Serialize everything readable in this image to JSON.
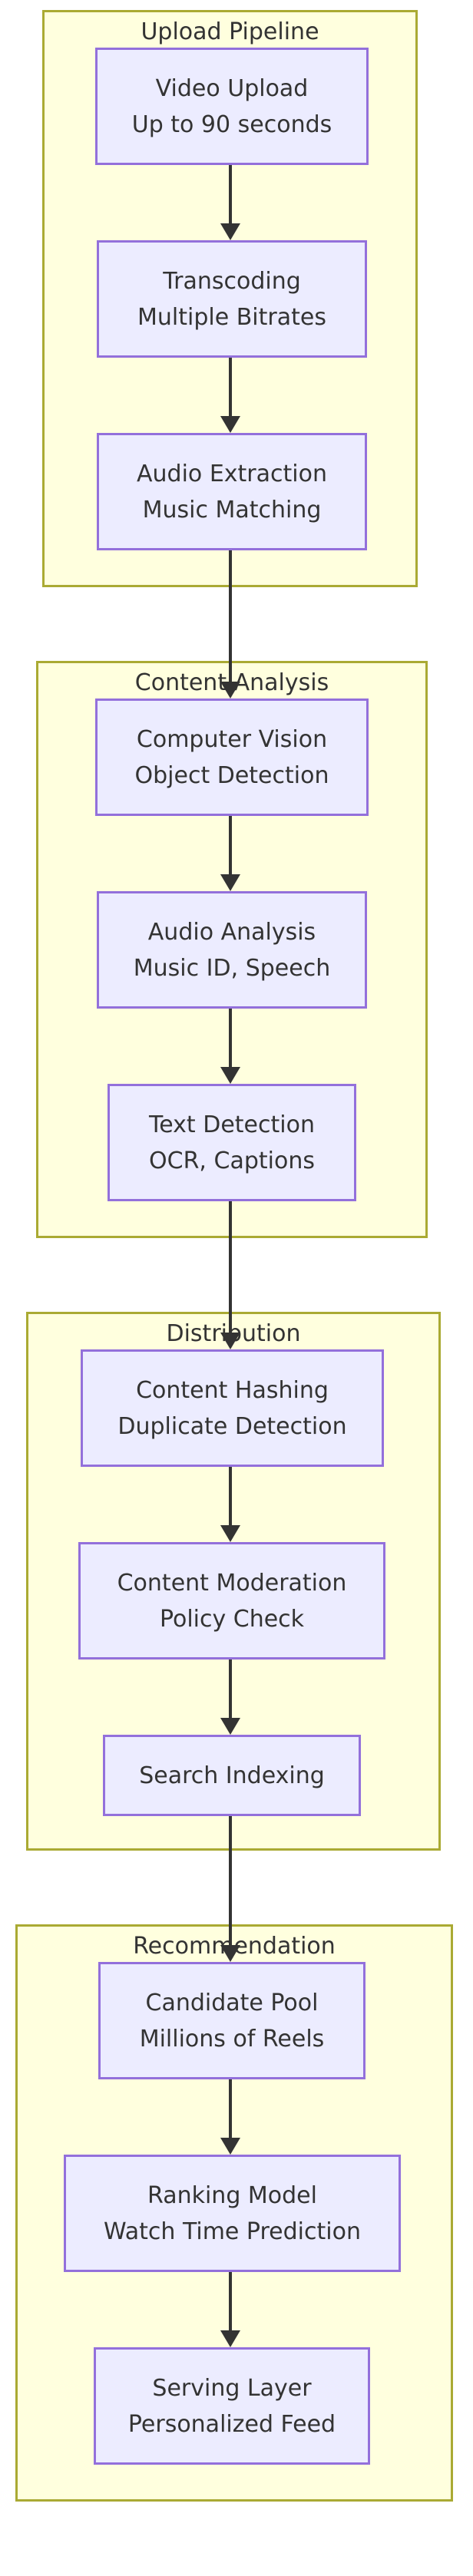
{
  "diagram": {
    "type": "flowchart-top-down",
    "colors": {
      "page_background": "#ffffff",
      "cluster_fill": "#ffffde",
      "cluster_border": "#aaaa33",
      "node_fill": "#ececff",
      "node_border": "#9370db",
      "text": "#333333",
      "arrow": "#333333"
    },
    "sections": [
      {
        "title": "Upload Pipeline",
        "nodes": [
          {
            "label": "Video Upload",
            "sublabel": "Up to 90 seconds"
          },
          {
            "label": "Transcoding",
            "sublabel": "Multiple Bitrates"
          },
          {
            "label": "Audio Extraction",
            "sublabel": "Music Matching"
          }
        ]
      },
      {
        "title": "Content Analysis",
        "nodes": [
          {
            "label": "Computer Vision",
            "sublabel": "Object Detection"
          },
          {
            "label": "Audio Analysis",
            "sublabel": "Music ID, Speech"
          },
          {
            "label": "Text Detection",
            "sublabel": "OCR, Captions"
          }
        ]
      },
      {
        "title": "Distribution",
        "nodes": [
          {
            "label": "Content Hashing",
            "sublabel": "Duplicate Detection"
          },
          {
            "label": "Content Moderation",
            "sublabel": "Policy Check"
          },
          {
            "label": "Search Indexing",
            "sublabel": ""
          }
        ]
      },
      {
        "title": "Recommendation",
        "nodes": [
          {
            "label": "Candidate Pool",
            "sublabel": "Millions of Reels"
          },
          {
            "label": "Ranking Model",
            "sublabel": "Watch Time Prediction"
          },
          {
            "label": "Serving Layer",
            "sublabel": "Personalized Feed"
          }
        ]
      }
    ],
    "flow": "Video Upload → Transcoding → Audio Extraction → Computer Vision → Audio Analysis → Text Detection → Content Hashing → Content Moderation → Search Indexing → Candidate Pool → Ranking Model → Serving Layer"
  }
}
